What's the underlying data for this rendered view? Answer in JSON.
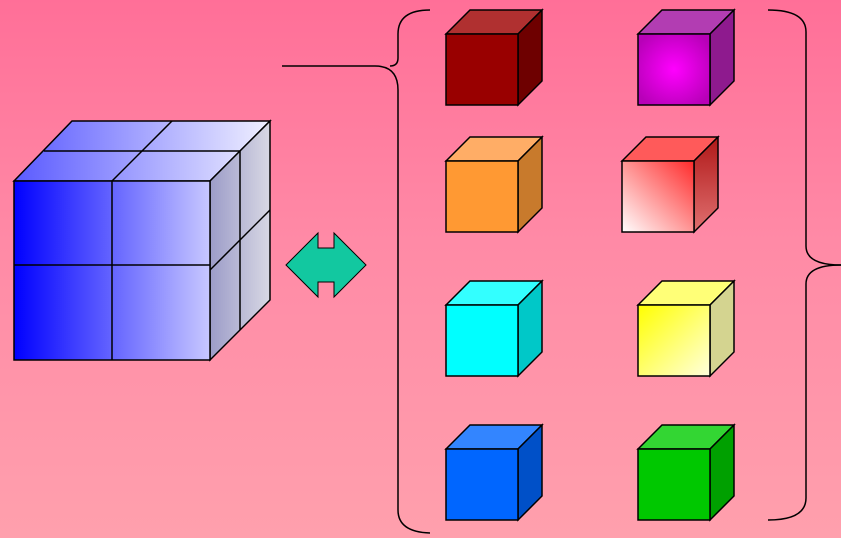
{
  "diagram": {
    "big_cube": {
      "grid": "2x2x2",
      "front_colors": [
        "#0000ff",
        "#c8c8ff"
      ],
      "top_colors": [
        "#5a5aff",
        "#f0f0ff"
      ],
      "side_colors": [
        "#9c9cc8",
        "#d8d8e4"
      ]
    },
    "arrow": {
      "type": "double-headed",
      "color": "#12c8a0"
    },
    "small_cubes": [
      {
        "name": "dark-red",
        "front": "#990000",
        "top": "#b03030",
        "side": "#6e0000"
      },
      {
        "name": "magenta",
        "front": "#ff00ff",
        "top": "#b23db2",
        "side": "#8e1a8e"
      },
      {
        "name": "orange",
        "front": "#ff9933",
        "top": "#ffad66",
        "side": "#c87a2c"
      },
      {
        "name": "light-red",
        "front": "#ff3a3a",
        "top": "#ff5a5a",
        "side": "#c01c1c"
      },
      {
        "name": "cyan",
        "front": "#00ffff",
        "top": "#33ffff",
        "side": "#00c8c8"
      },
      {
        "name": "yellow",
        "front": "#ffff33",
        "top": "#ffff77",
        "side": "#d4d490"
      },
      {
        "name": "blue",
        "front": "#0066ff",
        "top": "#3385ff",
        "side": "#0050c8"
      },
      {
        "name": "green",
        "front": "#00c800",
        "top": "#33d633",
        "side": "#00a000"
      }
    ],
    "braces": {
      "stroke": "#000000"
    }
  }
}
